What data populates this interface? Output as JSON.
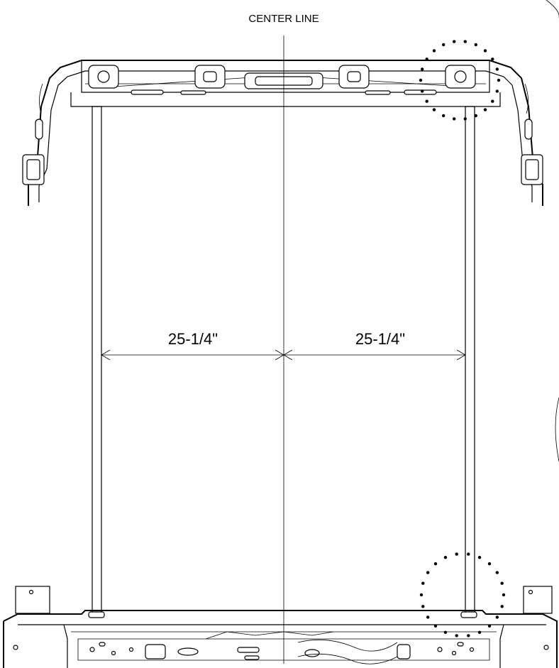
{
  "drawing": {
    "center_line_label": "CENTER LINE",
    "left_dimension": "25-1/4\"",
    "right_dimension": "25-1/4\""
  },
  "icons": {
    "marker": "dotted-circle-callout"
  }
}
